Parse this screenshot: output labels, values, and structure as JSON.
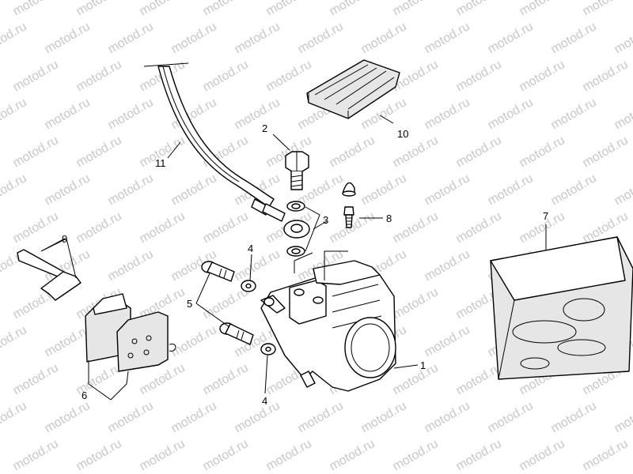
{
  "watermark": "motod.ru",
  "callouts": [
    "1",
    "2",
    "3",
    "4",
    "4",
    "5",
    "6",
    "7",
    "8",
    "9",
    "10",
    "11"
  ]
}
